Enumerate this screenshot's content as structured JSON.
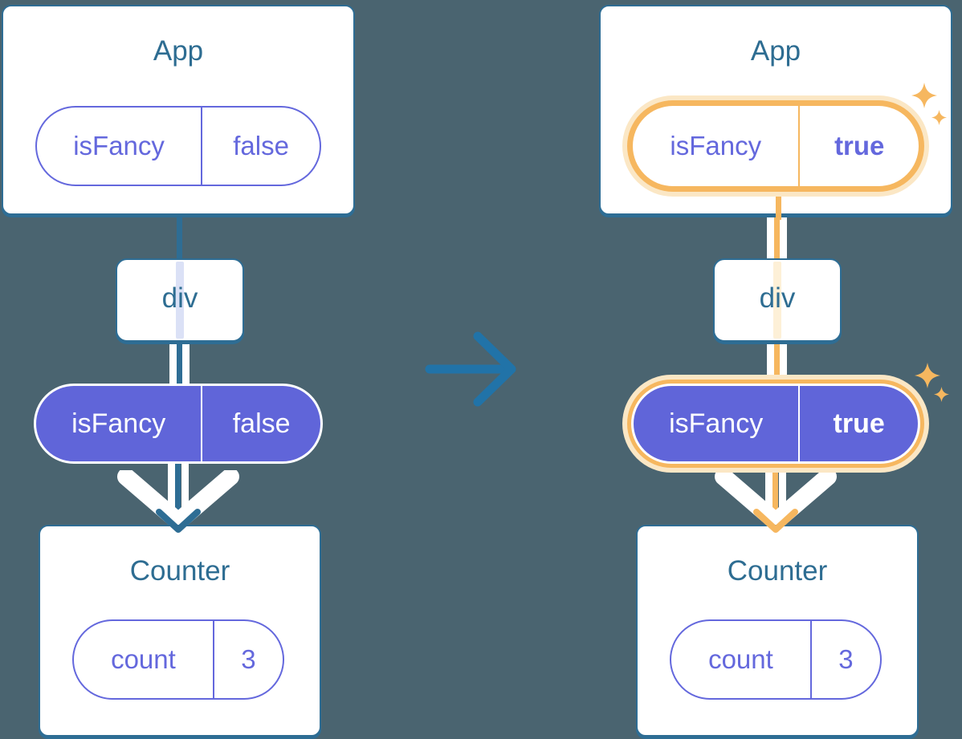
{
  "diagram": {
    "description_colors": {
      "background": "#4a6470",
      "card_background": "#ffffff",
      "card_border": "#2e6d94",
      "title_text": "#2e6d92",
      "purple_outline": "#6468dd",
      "purple_fill": "#6065d9",
      "lavender_stripe": "#dbe1f6",
      "cream_stripe": "#fdf0d7",
      "highlight_orange": "#f6b75f",
      "highlight_glow": "#fbe7c5",
      "transition_arrow_blue": "#2173a8",
      "line_white": "#ffffff"
    },
    "trees": [
      {
        "state": "before",
        "app": {
          "title": "App",
          "prop_name": "isFancy",
          "prop_value": "false",
          "highlighted": false
        },
        "container": {
          "label": "div"
        },
        "passed_prop": {
          "prop_name": "isFancy",
          "prop_value": "false",
          "highlighted": false
        },
        "counter": {
          "title": "Counter",
          "prop_name": "count",
          "prop_value": "3"
        }
      },
      {
        "state": "after",
        "app": {
          "title": "App",
          "prop_name": "isFancy",
          "prop_value": "true",
          "highlighted": true
        },
        "container": {
          "label": "div"
        },
        "passed_prop": {
          "prop_name": "isFancy",
          "prop_value": "true",
          "highlighted": true
        },
        "counter": {
          "title": "Counter",
          "prop_name": "count",
          "prop_value": "3"
        }
      }
    ],
    "icons": {
      "transition_arrow": "right-arrow",
      "pass_down_arrow": "down-chevron",
      "sparkles": "four-point-star"
    }
  }
}
